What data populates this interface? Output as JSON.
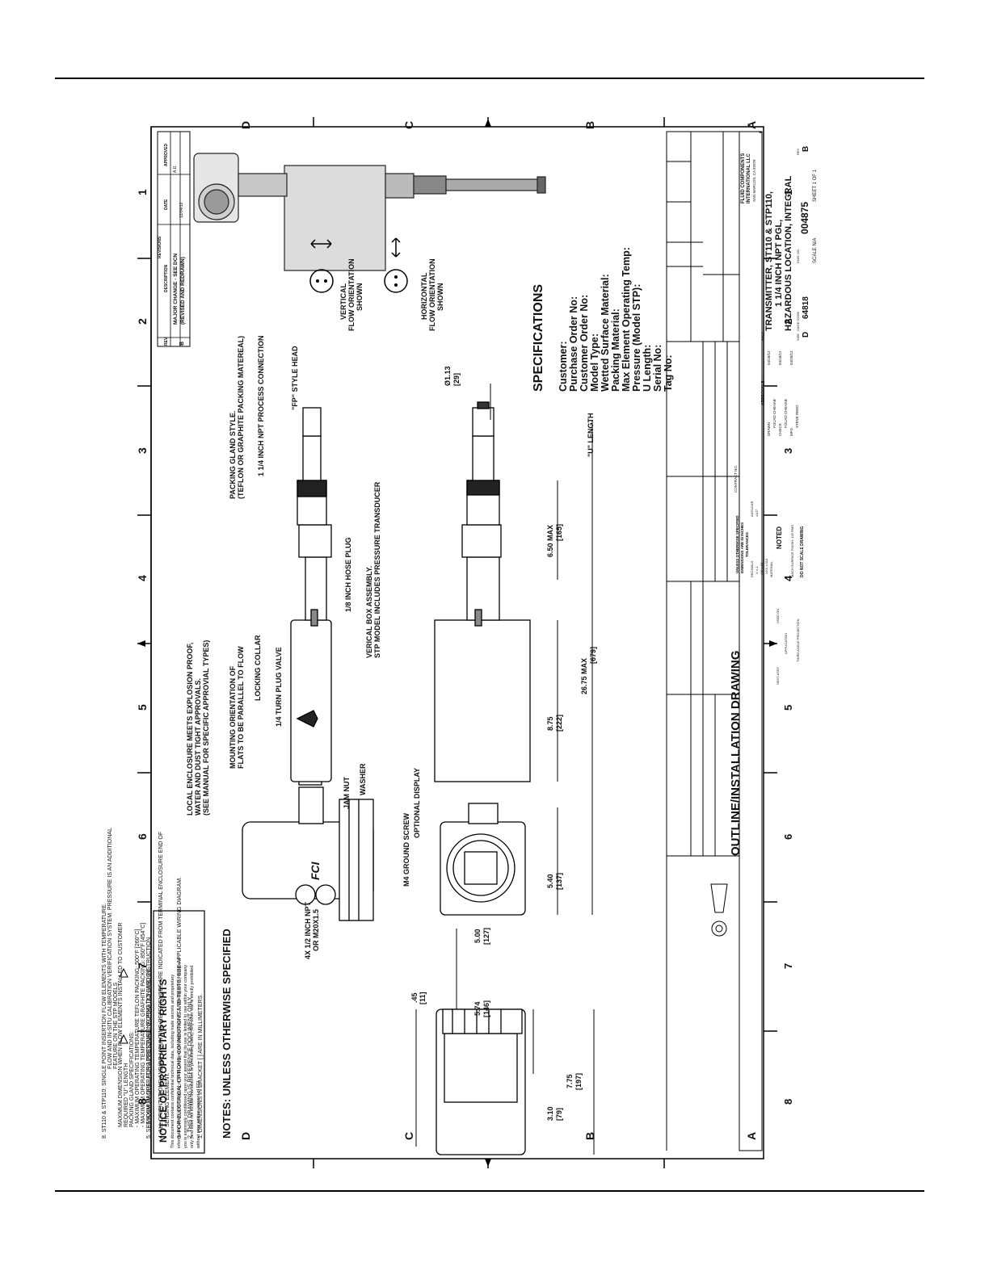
{
  "drawing": {
    "title": "OUTLINE/INSTALLATION DRAWING",
    "zones_cols": [
      "8",
      "7",
      "6",
      "5",
      "4",
      "3",
      "2",
      "1"
    ],
    "zones_rows": [
      "A",
      "B",
      "C",
      "D"
    ],
    "proprietary": {
      "heading": "NOTICE OF PROPRIETARY RIGHTS",
      "lines": [
        "This document contains confidential technical data, including trade secrets and proprietary",
        "information which is the property of Fluid Components International (FCI). Disclosure of this data to",
        "you is expressly conditioned upon your assent that its use is limited to use within your company",
        "only (and does not include manufacture or processing uses). Any other use is strictly prohibited",
        "without prior written consent of FCI."
      ]
    },
    "revisions": {
      "heading": "REVISIONS",
      "cols": [
        "REV",
        "DESCRIPTION",
        "DATE",
        "APPROVED"
      ],
      "row": {
        "rev": "B",
        "desc1": "MAJOR CHANGE - SEE DCN",
        "desc2": "(REVISED AND REDRAWN)",
        "date": "12/04/12",
        "approved": "A.D."
      }
    },
    "callouts": {
      "enclosure1": "LOCAL ENCLOSURE MEETS EXPLOSION PROOF,",
      "enclosure2": "WATER AND DUST TIGHT APPROVALS.",
      "enclosure3": "(SEE MANUAL FOR SPECIFIC APPROVIAL TYPES)",
      "orient1": "MOUNTING ORIENTATION OF",
      "orient2": "FLATS TO BE PARALLEL TO FLOW",
      "plug": "1/4 TURN PLUG VALVE",
      "collar": "LOCKING COLLAR",
      "jam": "JAM NUT",
      "washer": "WASHER",
      "hose": "1/8 INCH HOSE PLUG",
      "box1": "VERICAL BOX ASSEMBLY.",
      "box2": "STP MODEL INCLUDES PRESSURE TRANSDUCER",
      "gland1": "PACKING GLAND STYLE.",
      "gland2": "(TEFLON OR GRAPHITE PACKING MATEREAL)",
      "npt": "1 1/4 INCH NPT PROCESS CONNECTION",
      "head": "\"FP\" STYLE HEAD",
      "conduit1": "4X 1/2 INCH NPT",
      "conduit2": "OR M20X1.5",
      "ground": "M4 GROUND SCREW",
      "display": "OPTIONAL DISPLAY",
      "vert1": "VERTICAL",
      "vert2": "FLOW ORIENTATION",
      "vert3": "SHOWN",
      "horz1": "HORIZONTAL",
      "horz2": "FLOW ORIENTATION",
      "horz3": "SHOWN",
      "brand": "FCI"
    },
    "dims": {
      "d045": ".45",
      "d045m": "[11]",
      "d574": "5.74",
      "d574m": "[146]",
      "d500": "5.00",
      "d500m": "[127]",
      "d775": "7.75",
      "d775m": "[197]",
      "d310": "3.10",
      "d310m": "[79]",
      "d540": "5.40",
      "d540m": "[137]",
      "d875": "8.75",
      "d875m": "[222]",
      "d2675": "26.75 MAX",
      "d2675m": "[679]",
      "d650": "6.50  MAX",
      "d650m": "[165]",
      "ulen": "\"U\" LENGTH",
      "dia": "Ø1.13",
      "diam": "[29]"
    },
    "specs": {
      "heading": "SPECIFICATIONS",
      "fields": [
        "Customer:",
        "Purchase Order No:",
        "Customer Order No:",
        "Model Type:",
        "Wetted Surface Material:",
        "Packing Material:",
        "Max Element Operating Temp:",
        "Pressure (Model STP):",
        "U Length:",
        "Serial No:",
        "Tag No:"
      ]
    },
    "notes": {
      "heading": "NOTES: UNLESS OTHERWISE SPECIFIED",
      "n1": "1.   DIMENSIONS IN BRACKET [ ] ARE IN MILLIMETERS.",
      "n2": "2.   THIS DRAWING IS REFERENCE DOCUMENT ONLY.",
      "n3": "3.   FOR ELECTRICAL OPTIONS, CONNECTIONS AND TESTS, SEE APPLICABLE WIRING DIAGRAM.",
      "n4a": "4.   ALL ORIENTATIONS AND/OR MOUNTING REFERENCES ARE INDICATED FROM TERMINAL ENCLOSURE END OF",
      "n4b": "SENSING ELEMENT.",
      "n5": "5.   SEE IO&M MANUAL FOR ADDITIONAL INFORMATION AND INSTRUCTION.",
      "n6a": "PACKING GLAND SPECIFICATIONS:",
      "n6b": "- MAXIMUM OPERATING TEMPERATURE TEFLON PACKING: 500°F [260°C]",
      "n6c": "- MAXIMUM OPERATING TEMPERATURE GRAFHITE PACKING: 850°F [454°C]",
      "n6d": "- MAXIMUM OPERATING PRESSURE: 50 PSIG [3.5 BAR (G)]",
      "n7a": "MAXIMUM DIMENSION WHEN FLOW ELEMENTS INSTALLED TO CUSTOMER",
      "n7b": "REQUIRED \"U\" LENGTH",
      "n8a": "8.   ST110 & STP110:   SINGLE POINT INSERTION FLOW ELEMENTS WITH TEMPERATURE.",
      "n8b": "FLOW AND IN-SITU CALIBRATION VERIFICATION SYSTEM. PRESSURE IS AN ADDITIONAL",
      "n8c": "FEATURE ON THE STP MODELS",
      "tri6": "6",
      "tri7": "7"
    },
    "titleblock": {
      "company1": "FLUID COMPONENTS",
      "company2": "INTERNATIONAL LLC",
      "city": "SAN MARCOS, CA 92078",
      "t1": "TRANSMITTER, ST110 & STP110,",
      "t2": "1 1/4 INCH NPT PGL,",
      "t3": "HAZARDOUS LOCATION, INTEGRAL",
      "size_lbl": "SIZE",
      "size": "D",
      "cage_lbl": "CAGE CODE",
      "cage": "64818",
      "dwg_lbl": "DWG NO.",
      "dwg": "004875",
      "rev_lbl": "REV",
      "rev": "B",
      "scale": "SCALE  N/A",
      "sheet": "SHEET     1 OF 1",
      "title_lbl": "TITLE",
      "approvals": "APPROVALS",
      "drawn": "DRAWN",
      "drawn_by": "FOUAD CHEHAB",
      "drawn_date": "04/18/12",
      "check": "CHECK",
      "check_by": "FOUAD CHEHAB",
      "check_date": "04/18/12",
      "mfg": "MFG",
      "mfg_by": "STEVE REED",
      "mfg_date": "04/20/12",
      "contract": "CONTRACT NO.",
      "unless1": "UNLESS OTHERWISE SPECIFIED",
      "unless2": "DIMENSIONS ARE IN INCHES",
      "tol": "TOLERANCES",
      "dec": "DECIMALS",
      "ang": "ANGULAR",
      "x": ".X      ±.1",
      "xx": ".XX   ±.03",
      "xxx": ".XXX ±.010",
      "angv": "±1/2°",
      "material": "MATERIAL",
      "noted": "NOTED",
      "finish": "MACH SURFACE FINISH: 125 RMS",
      "noscale": "DO NOT SCALE DRAWING",
      "next": "NEXT ASSY",
      "usedon": "USED ON",
      "application": "APPLICATION",
      "proj": "THIRD ANGLE PROJECTION"
    }
  }
}
